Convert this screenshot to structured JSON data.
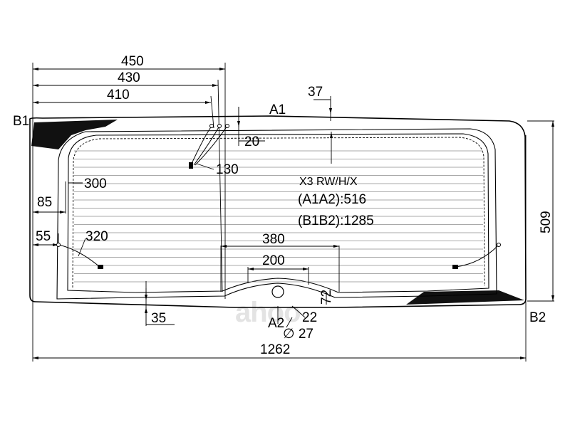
{
  "model": "X3 RW/H/X",
  "a1a2": "(A1A2):516",
  "b1b2": "(B1B2):1285",
  "points": {
    "a1": "A1",
    "a2": "A2",
    "b1": "B1",
    "b2": "B2"
  },
  "dims": {
    "d450": "450",
    "d430": "430",
    "d410": "410",
    "d37": "37",
    "d20": "20",
    "d130": "130",
    "d300": "300",
    "d85": "85",
    "d55": "55",
    "d320": "320",
    "d380": "380",
    "d200": "200",
    "d72": "72",
    "d35": "35",
    "d22": "22",
    "d27": "∅ 27",
    "d509": "509",
    "d1262": "1262"
  },
  "watermark": "ahoo",
  "colors": {
    "line": "#000000",
    "grid": "#8c8c8c",
    "fill": "#111111"
  }
}
